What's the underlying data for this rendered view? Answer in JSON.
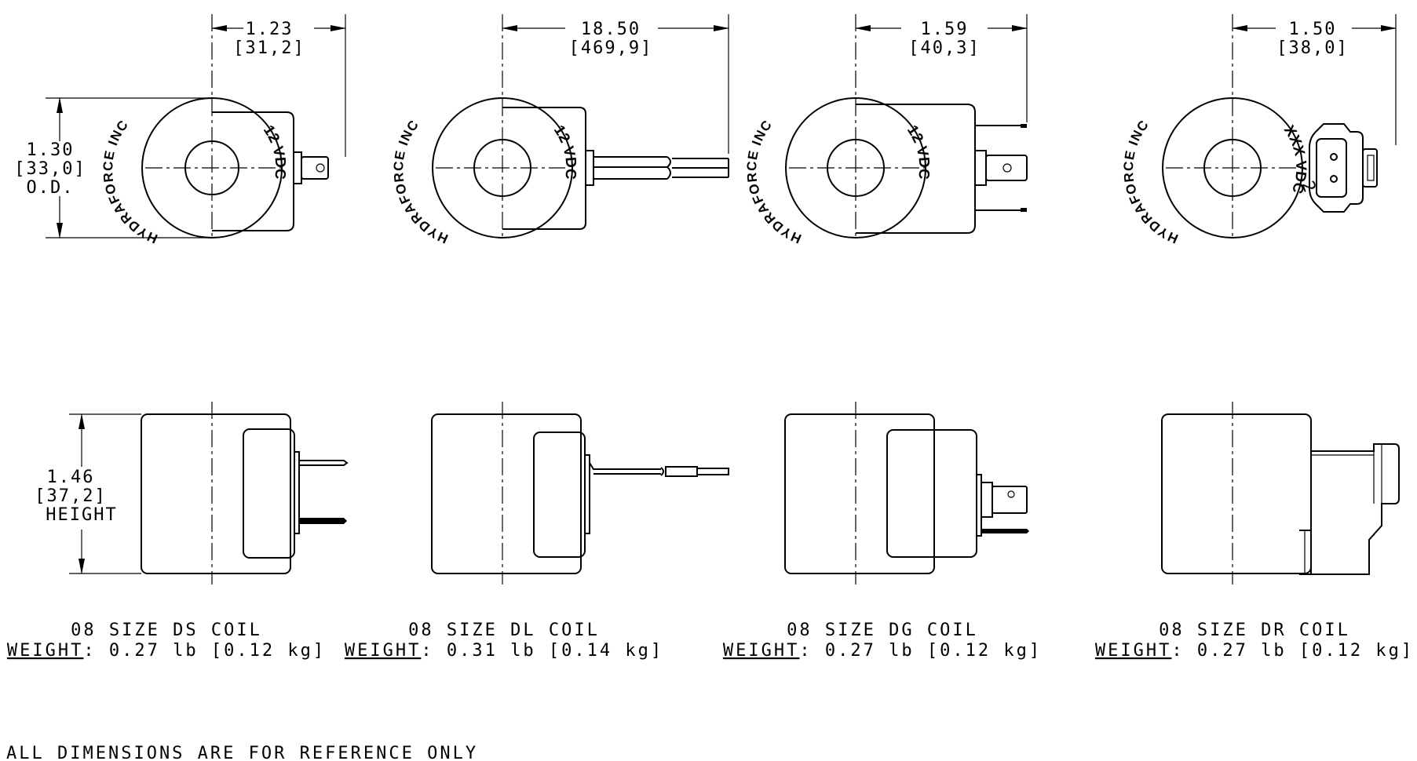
{
  "brand": "HYDRAFORCE INC",
  "voltage_label": "12 VDC",
  "voltage_label_dr": "XXX VDC",
  "dr_pin_label": "2",
  "od": {
    "value": "1.30",
    "metric": "[33,0]",
    "label": "O.D."
  },
  "height": {
    "value": "1.46",
    "metric": "[37,2]",
    "label": "HEIGHT"
  },
  "coils": [
    {
      "name": "08 SIZE DS COIL",
      "weight_label": "WEIGHT",
      "weight": ": 0.27 lb [0.12 kg]",
      "width": "1.23",
      "width_metric": "[31,2]"
    },
    {
      "name": "08 SIZE DL COIL",
      "weight_label": "WEIGHT",
      "weight": ": 0.31 lb [0.14 kg]",
      "width": "18.50",
      "width_metric": "[469,9]"
    },
    {
      "name": "08 SIZE DG COIL",
      "weight_label": "WEIGHT",
      "weight": ": 0.27 lb [0.12 kg]",
      "width": "1.59",
      "width_metric": "[40,3]"
    },
    {
      "name": "08 SIZE DR COIL",
      "weight_label": "WEIGHT",
      "weight": ": 0.27 lb [0.12 kg]",
      "width": "1.50",
      "width_metric": "[38,0]"
    }
  ],
  "footnote": "ALL DIMENSIONS ARE FOR REFERENCE ONLY"
}
